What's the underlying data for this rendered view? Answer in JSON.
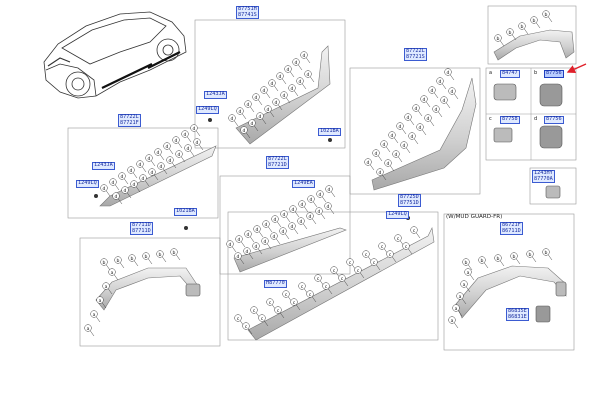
{
  "callouts": {
    "c1": "87751H\n87741S",
    "c2": "87722L\n87721F",
    "c3": "1243JA",
    "c4": "1249LQ",
    "c5": "87722L\n87721S",
    "c6": "1243JA",
    "c7": "1249LQ",
    "c8": "1021BA",
    "c9": "87722L\n87721D",
    "c10": "1249EA",
    "c11": "87725D\n87751D",
    "c12": "1249LQ",
    "c13": "1021BA",
    "c14": "87711D\n87711D",
    "c15": "H87770",
    "c16": "84747",
    "c17": "87756",
    "c18": "87758",
    "c19": "87756",
    "c20": "1243HY\n87770A",
    "c21": "86835E\n86831E",
    "c22": "86721F\n86711D"
  },
  "grid_letters": {
    "a": "a",
    "b": "b",
    "c": "c",
    "d": "d"
  },
  "note": "(W/MUD GUARD-FR)",
  "accent": "#e0202a"
}
